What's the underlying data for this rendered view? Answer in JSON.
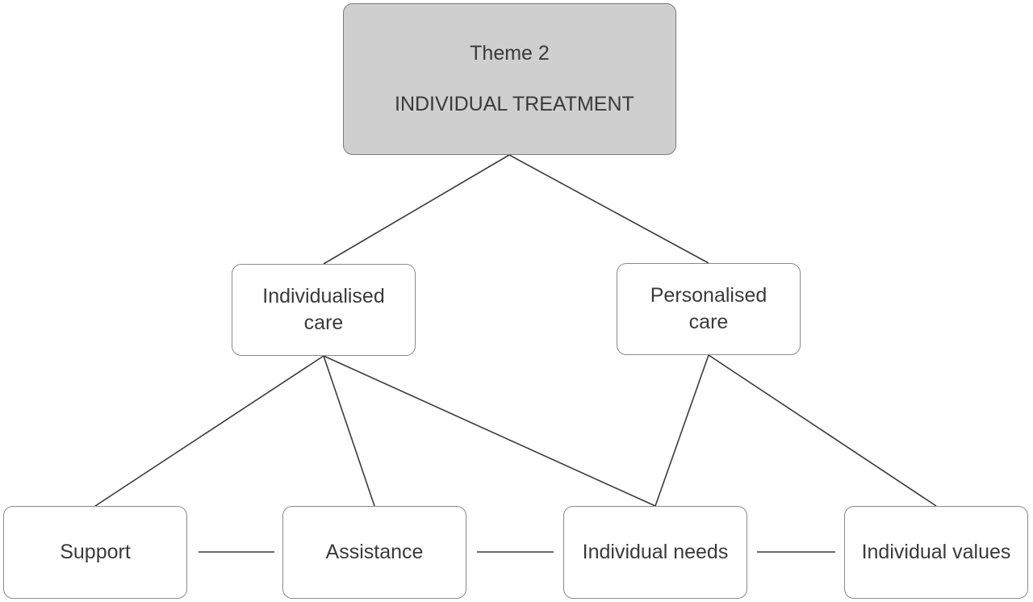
{
  "diagram": {
    "root": {
      "line1": "Theme 2",
      "line2": "INDIVIDUAL TREATMENT"
    },
    "level2": {
      "individualised_care": {
        "line1": "Individualised",
        "line2": "care"
      },
      "personalised_care": {
        "line1": "Personalised",
        "line2": "care"
      }
    },
    "level3": {
      "support": "Support",
      "assistance": "Assistance",
      "individual_needs": "Individual needs",
      "individual_values": "Individual values"
    }
  },
  "style": {
    "root_fill": "#cfcfcf",
    "node_fill": "#ffffff",
    "node_border": "#8a8a8a",
    "connector": "#3c3c3c",
    "text": "#3a3a3a"
  }
}
